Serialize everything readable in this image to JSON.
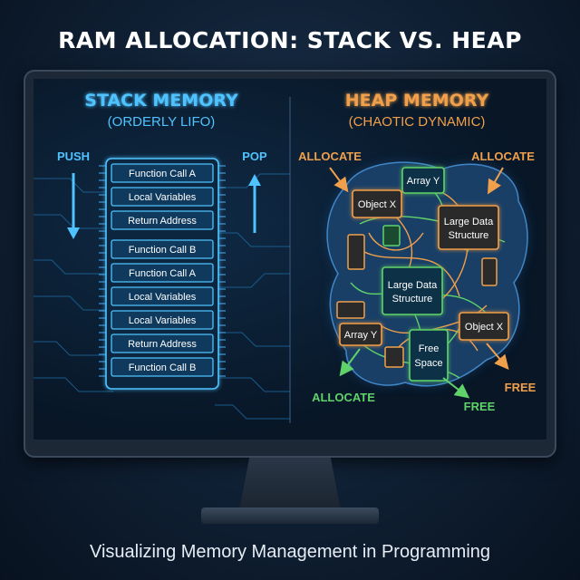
{
  "title": "RAM ALLOCATION: STACK VS. HEAP",
  "caption": "Visualizing Memory Management in Programming",
  "stack": {
    "heading": "STACK MEMORY",
    "subheading": "(ORDERLY LIFO)",
    "push_label": "PUSH",
    "pop_label": "POP",
    "frames": [
      "Function Call A",
      "Local Variables",
      "Return Address",
      "Function Call B",
      "Function Call A",
      "Local Variables",
      "Local Variables",
      "Return Address",
      "Function Call B"
    ]
  },
  "heap": {
    "heading": "HEAP MEMORY",
    "subheading": "(CHAOTIC DYNAMIC)",
    "allocate_top_left": "ALLOCATE",
    "allocate_top_right": "ALLOCATE",
    "allocate_bottom": "ALLOCATE",
    "free_right": "FREE",
    "free_bottom": "FREE",
    "blocks": {
      "array_y_top": "Array Y",
      "object_x_left": "Object X",
      "large_data_right_1": "Large Data",
      "large_data_right_2": "Structure",
      "large_data_center_1": "Large Data",
      "large_data_center_2": "Structure",
      "array_y_bottom": "Array Y",
      "free_space_1": "Free",
      "free_space_2": "Space",
      "object_x_right": "Object X"
    }
  },
  "colors": {
    "stack_blue": "#4fc3ff",
    "heap_orange": "#f0a04b",
    "heap_green": "#5fd36a",
    "heap_blob": "#1e4a78"
  }
}
